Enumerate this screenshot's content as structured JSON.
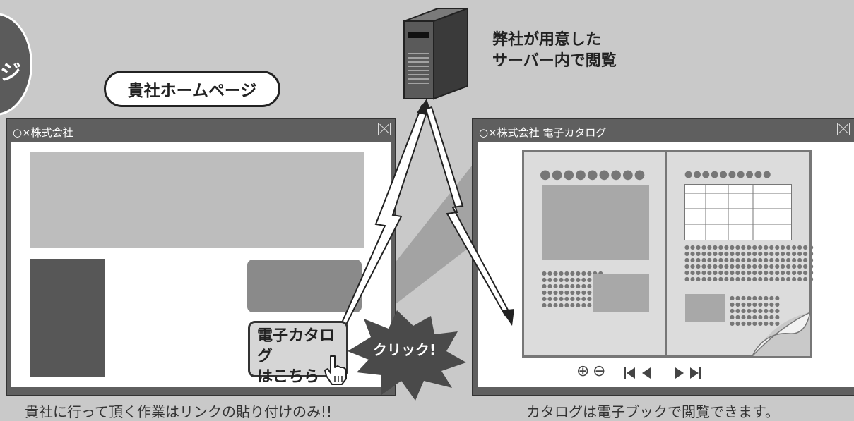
{
  "badge": {
    "text": "ジ"
  },
  "homepage_pill": {
    "label": "貴社ホームページ"
  },
  "server": {
    "line1": "弊社が用意した",
    "line2": "サーバー内で閲覧"
  },
  "left_window": {
    "title": "○×株式会社",
    "close_icon": "close-icon"
  },
  "right_window": {
    "title": "○×株式会社 電子カタログ",
    "close_icon": "close-icon"
  },
  "link_box": {
    "line1": "電子カタログ",
    "line2": "はこちら"
  },
  "click_burst": {
    "label": "クリック!"
  },
  "catalog_controls": {
    "zoom_in": "⊕",
    "zoom_out": "⊖",
    "first": "first-page-icon",
    "prev": "prev-page-icon",
    "next": "next-page-icon",
    "last": "last-page-icon"
  },
  "captions": {
    "left": "貴社に行って頂く作業はリンクの貼り付けのみ!!",
    "right": "カタログは電子ブックで閲覧できます。"
  },
  "colors": {
    "background": "#c9c9c9",
    "window_frame": "#5f5f5f",
    "dark_block": "#575757",
    "light_block": "#bdbdbd"
  }
}
